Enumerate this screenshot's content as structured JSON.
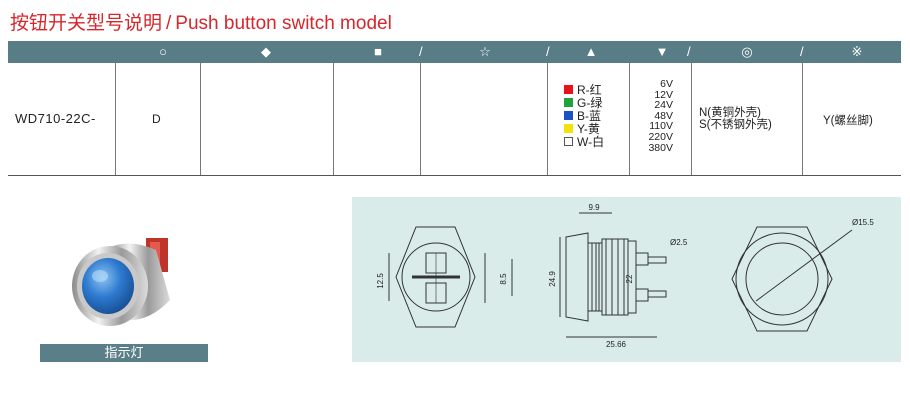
{
  "title": {
    "chinese": "按钮开关型号说明",
    "separator": "/",
    "english": "Push button switch model"
  },
  "header": {
    "symbols": [
      "○",
      "◆",
      "■",
      "☆",
      "▲",
      "▼",
      "◎",
      "※"
    ],
    "slash": "/"
  },
  "row": {
    "model": "WD710-22C-",
    "code": "D",
    "colors": [
      {
        "label": "R-红",
        "color": "#e8121b"
      },
      {
        "label": "G-绿",
        "color": "#1fa33c"
      },
      {
        "label": "B-蓝",
        "color": "#1a52c4"
      },
      {
        "label": "Y-黄",
        "color": "#f4e20c"
      },
      {
        "label": "W-白",
        "color": "#ffffff"
      }
    ],
    "voltages": [
      "6V",
      "12V",
      "24V",
      "48V",
      "110V",
      "220V",
      "380V"
    ],
    "shell": [
      "N(黄铜外壳)",
      "S(不锈钢外壳)"
    ],
    "terminal": "Y(螺丝脚)"
  },
  "product": {
    "caption": "指示灯"
  },
  "drawing": {
    "front": {
      "width": "12.5",
      "height": "8.5"
    },
    "side": {
      "top": "9.9",
      "height": "24.9",
      "thread": "22",
      "hole": "Ø2.5",
      "length": "25.66"
    },
    "rear": {
      "diameter": "Ø15.5"
    }
  }
}
